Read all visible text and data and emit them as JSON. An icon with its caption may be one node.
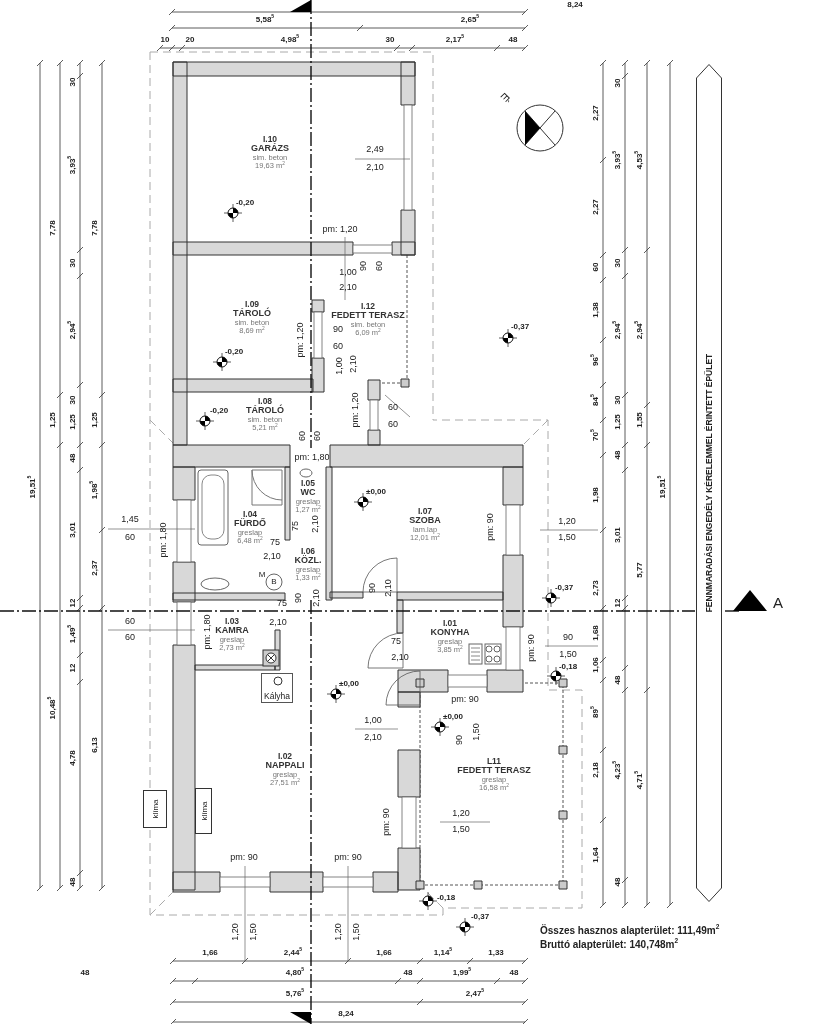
{
  "diagram": {
    "nodes": [
      {
        "text": [
          "I.10",
          "GARÁZS",
          "sim. beton",
          "19,63 m$^{2}$"
        ]
      },
      {
        "text": [
          "I.09",
          "TÁROLÓ",
          "sim. beton",
          "8,69 m$^{2}$"
        ]
      },
      {
        "text": [
          "I.12",
          "FEDETT TERASZ",
          "sim. beton",
          "6,09 m$^{2}$"
        ]
      },
      {
        "text": [
          "I.08",
          "TÁROLÓ",
          "sim. beton",
          "5,21 m$^{2}$"
        ]
      },
      {
        "text": [
          "I.04",
          "FÜRDŐ",
          "greslap",
          "6,48 m$^{2}$"
        ]
      },
      {
        "text": [
          "I.05",
          "WC",
          "greslap",
          "1,27 m$^{2}$"
        ]
      },
      {
        "text": [
          "I.06",
          "KÖZL.",
          "greslap",
          "1,33 m$^{2}$"
        ]
      },
      {
        "text": [
          "I.07",
          "SZOBA",
          "lam.lap",
          "12,01 m$^{2}$"
        ]
      },
      {
        "text": [
          "I.03",
          "KAMRA",
          "greslap",
          "2,73 m$^{2}$"
        ]
      },
      {
        "text": [
          "I.01",
          "KONYHA",
          "greslap",
          "3,85 m$^{2}$"
        ]
      },
      {
        "text": [
          "Kályha"
        ]
      },
      {
        "text": [
          "I.02",
          "NAPPALI",
          "greslap",
          "27,51 m$^{2}$"
        ]
      },
      {
        "text": [
          "klíma"
        ]
      },
      {
        "text": [
          "klíma"
        ]
      },
      {
        "text": [
          "L11",
          "FEDETT TERASZ",
          "greslap",
          "16,58 m$^{2}$"
        ]
      },
      {
        "text": [
          "FENNMARADÁSI ENGEDÉLY KÉRELEMMEL ÉRINTETT ÉPÜLET"
        ]
      }
    ],
    "labels": [
      "8,24",
      "5,58$^{5}$",
      "2,65$^{5}$",
      "10",
      "20",
      "4,98$^{5}$",
      "30",
      "2,17$^{5}$",
      "48",
      "É",
      "19,51$^{5}$",
      "7,78",
      "1,25",
      "10,48$^{5}$",
      "30",
      "3,93$^{5}$",
      "30",
      "2,94$^{5}$",
      "30",
      "1,25",
      "48",
      "3,01",
      "12",
      "1,49$^{5}$",
      "12",
      "4,78",
      "48",
      "7,78",
      "1,25",
      "1,98$^{5}$",
      "2,37",
      "6,13",
      "1,45",
      "60",
      "60",
      "60",
      "2,49",
      "2,10",
      "-0,20",
      "pm: 1,20",
      "1,00",
      "2,10",
      "90",
      "60",
      "pm: 1,20",
      "90",
      "60",
      "1,00",
      "2,10",
      "-0,37",
      "-0,20",
      "-0,20",
      "pm: 1,20",
      "60",
      "60",
      "60",
      "60",
      "pm: 1,80",
      "±0,00",
      "pm: 1,80",
      "75",
      "2,10",
      "75",
      "2,10",
      "pm: 90",
      "1,20",
      "1,50",
      "M",
      "B",
      "90",
      "2,10",
      "90",
      "2,10",
      "-0,37",
      "75",
      "2,10",
      "pm: 1,80",
      "75",
      "2,10",
      "pm: 90",
      "90",
      "1,50",
      "-0,18",
      "±0,00",
      "pm: 90",
      "1,00",
      "2,10",
      "±0,00",
      "90",
      "1,50",
      "pm: 90",
      "1,20",
      "1,50",
      "pm: 90",
      "pm: 90",
      "-0,18",
      "-0,37",
      "1,20",
      "1,50",
      "1,20",
      "1,50",
      "Összes hasznos alapterület: 111,49m$^{2}$",
      "Bruttó alapterület: 140,748m$^{2}$",
      "1,66",
      "2,44$^{5}$",
      "1,66",
      "1,14$^{5}$",
      "1,33",
      "48",
      "4,80$^{5}$",
      "48",
      "1,99$^{5}$",
      "48",
      "5,76$^{5}$",
      "2,47$^{5}$",
      "8,24",
      "2,27",
      "2,27",
      "60",
      "1,38",
      "96$^{5}$",
      "84$^{5}$",
      "70$^{5}$",
      "1,98",
      "2,73",
      "1,68",
      "1,06",
      "89$^{5}$",
      "2,18",
      "1,64",
      "30",
      "3,93$^{5}$",
      "30",
      "2,94$^{5}$",
      "30",
      "1,25",
      "48",
      "3,01",
      "12",
      "48",
      "4,23$^{5}$",
      "48",
      "4,53$^{5}$",
      "2,94$^{5}$",
      "1,55",
      "5,77",
      "4,71$^{5}$",
      "19,51$^{5}$",
      "A"
    ]
  }
}
